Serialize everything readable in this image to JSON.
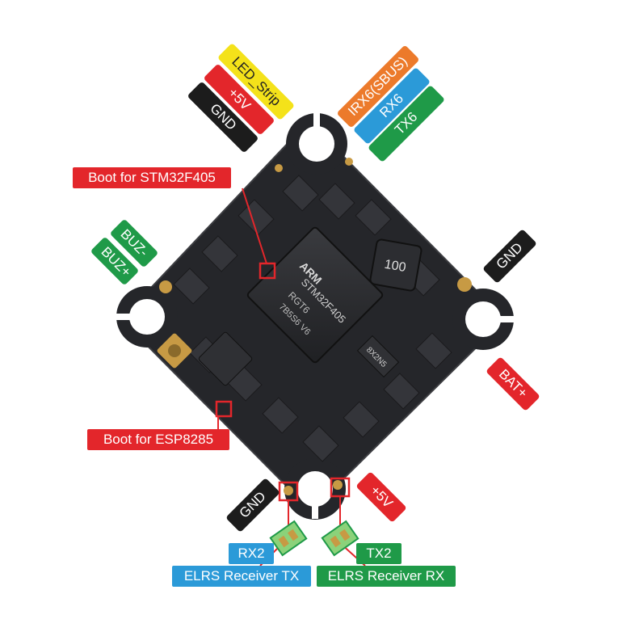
{
  "colors": {
    "board": "#2a2b2e",
    "red": "#e3262b",
    "black": "#1c1c1c",
    "yellow": "#f4e21a",
    "orange": "#ec7a2b",
    "blue": "#2b9ad8",
    "green": "#1f9a48",
    "pad": "#c79a44"
  },
  "labels": {
    "led_strip": "LED_Strip",
    "plus5v_top": "+5V",
    "gnd_top": "GND",
    "irx6": "IRX6(SBUS)",
    "rx6": "RX6",
    "tx6": "TX6",
    "boot_stm": "Boot for STM32F405",
    "buz_minus": "BUZ-",
    "buz_plus": "BUZ+",
    "gnd_right": "GND",
    "bat_plus": "BAT+",
    "boot_esp": "Boot for ESP8285",
    "gnd_bottom": "GND",
    "plus5v_bottom": "+5V",
    "rx2": "RX2",
    "tx2": "TX2",
    "elrs_tx": "ELRS Receiver TX",
    "elrs_rx": "ELRS Receiver RX"
  },
  "chips": {
    "mcu_brand": "ARM",
    "mcu_model": "STM32F405",
    "mcu_line2": "RGT6",
    "mcu_line3": "7B5S6 V6",
    "inductor": "100",
    "mosfet": "8X2N5"
  }
}
